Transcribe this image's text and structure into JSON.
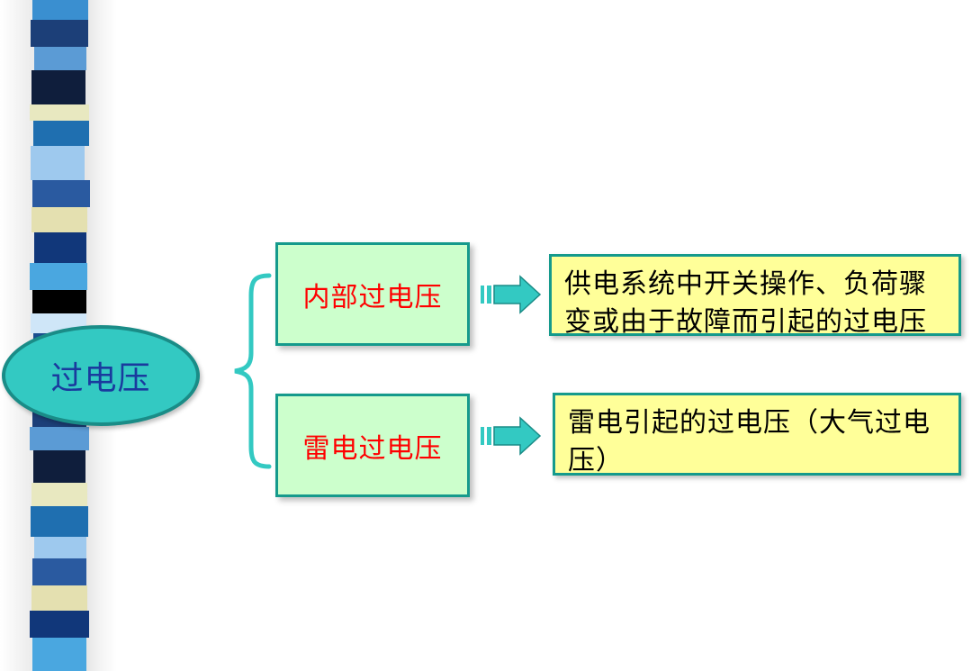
{
  "diagram": {
    "root": {
      "label": "过电压"
    },
    "branches": [
      {
        "category": "内部过电压",
        "description_lines": [
          "供电系统中开关操作、负荷骤",
          "变或由于故障而引起的过电压"
        ]
      },
      {
        "category": "雷电过电压",
        "description_lines": [
          "雷电引起的过电压（大气过电",
          "压）"
        ]
      }
    ]
  },
  "colors": {
    "root_fill": "#33c9c2",
    "root_text": "#1a3a9e",
    "category_fill": "#ccffcc",
    "category_text": "#ff0000",
    "description_fill": "#ffff99",
    "border": "#159a8c",
    "arrow": "#33c9c2"
  }
}
